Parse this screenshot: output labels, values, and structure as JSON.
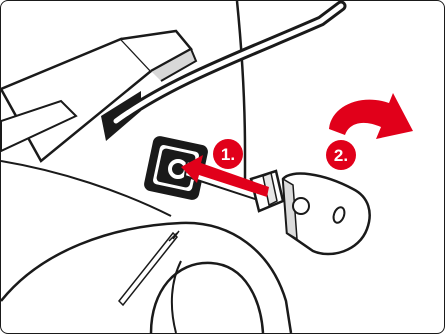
{
  "steps": [
    {
      "label": "1.",
      "action": "insert-key"
    },
    {
      "label": "2.",
      "action": "turn-key"
    }
  ],
  "colors": {
    "accent": "#e1001a",
    "outline": "#1a1a1a",
    "shade": "#cfcfcf",
    "background": "#ffffff"
  },
  "icons": [
    "key-icon",
    "insert-arrow-icon",
    "rotate-arrow-icon",
    "lock-cylinder-icon",
    "cable-icon"
  ]
}
